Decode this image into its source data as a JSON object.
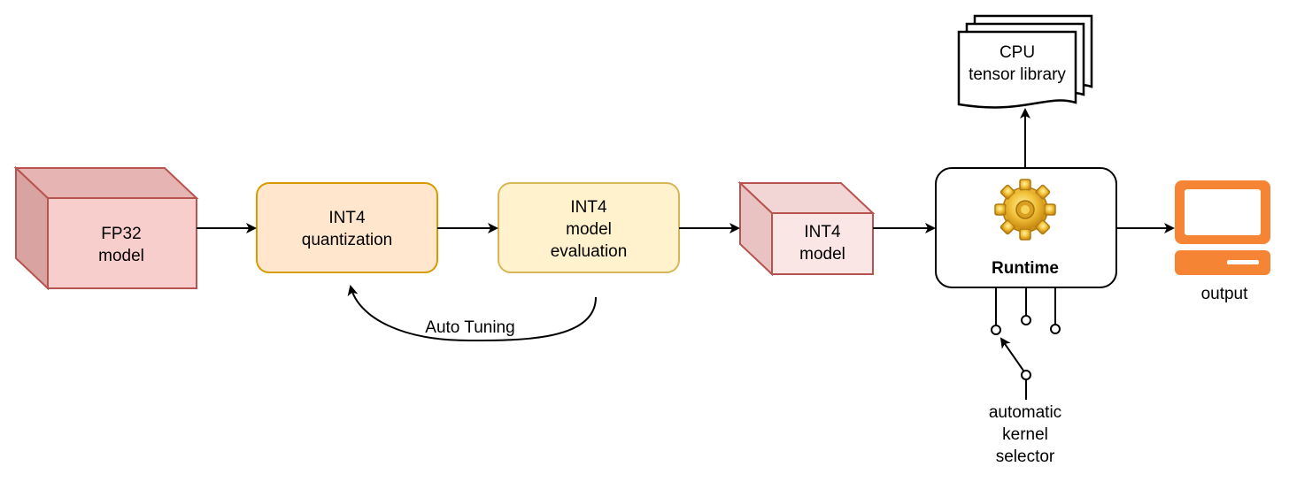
{
  "nodes": {
    "fp32_model": {
      "line1": "FP32",
      "line2": "model"
    },
    "quantization": {
      "line1": "INT4",
      "line2": "quantization"
    },
    "evaluation": {
      "line1": "INT4",
      "line2": "model",
      "line3": "evaluation"
    },
    "int4_model": {
      "line1": "INT4",
      "line2": "model"
    },
    "cpu_library": {
      "line1": "CPU",
      "line2": "tensor library"
    },
    "runtime": {
      "label": "Runtime"
    },
    "output": {
      "label": "output"
    },
    "kernel_selector": {
      "line1": "automatic",
      "line2": "kernel",
      "line3": "selector"
    }
  },
  "edges": {
    "auto_tuning": {
      "label": "Auto Tuning"
    }
  },
  "icons": {
    "runtime": "gear-icon",
    "output": "computer-monitor-icon"
  },
  "colors": {
    "fp32_fill": "#f8cecc",
    "fp32_stroke": "#b85450",
    "quant_fill": "#ffe6cc",
    "quant_stroke": "#d79b00",
    "eval_fill": "#fff2cc",
    "eval_stroke": "#d6b656",
    "int4_fill": "#f9e6e5",
    "int4_stroke": "#b85450",
    "computer_orange": "#f58534"
  }
}
